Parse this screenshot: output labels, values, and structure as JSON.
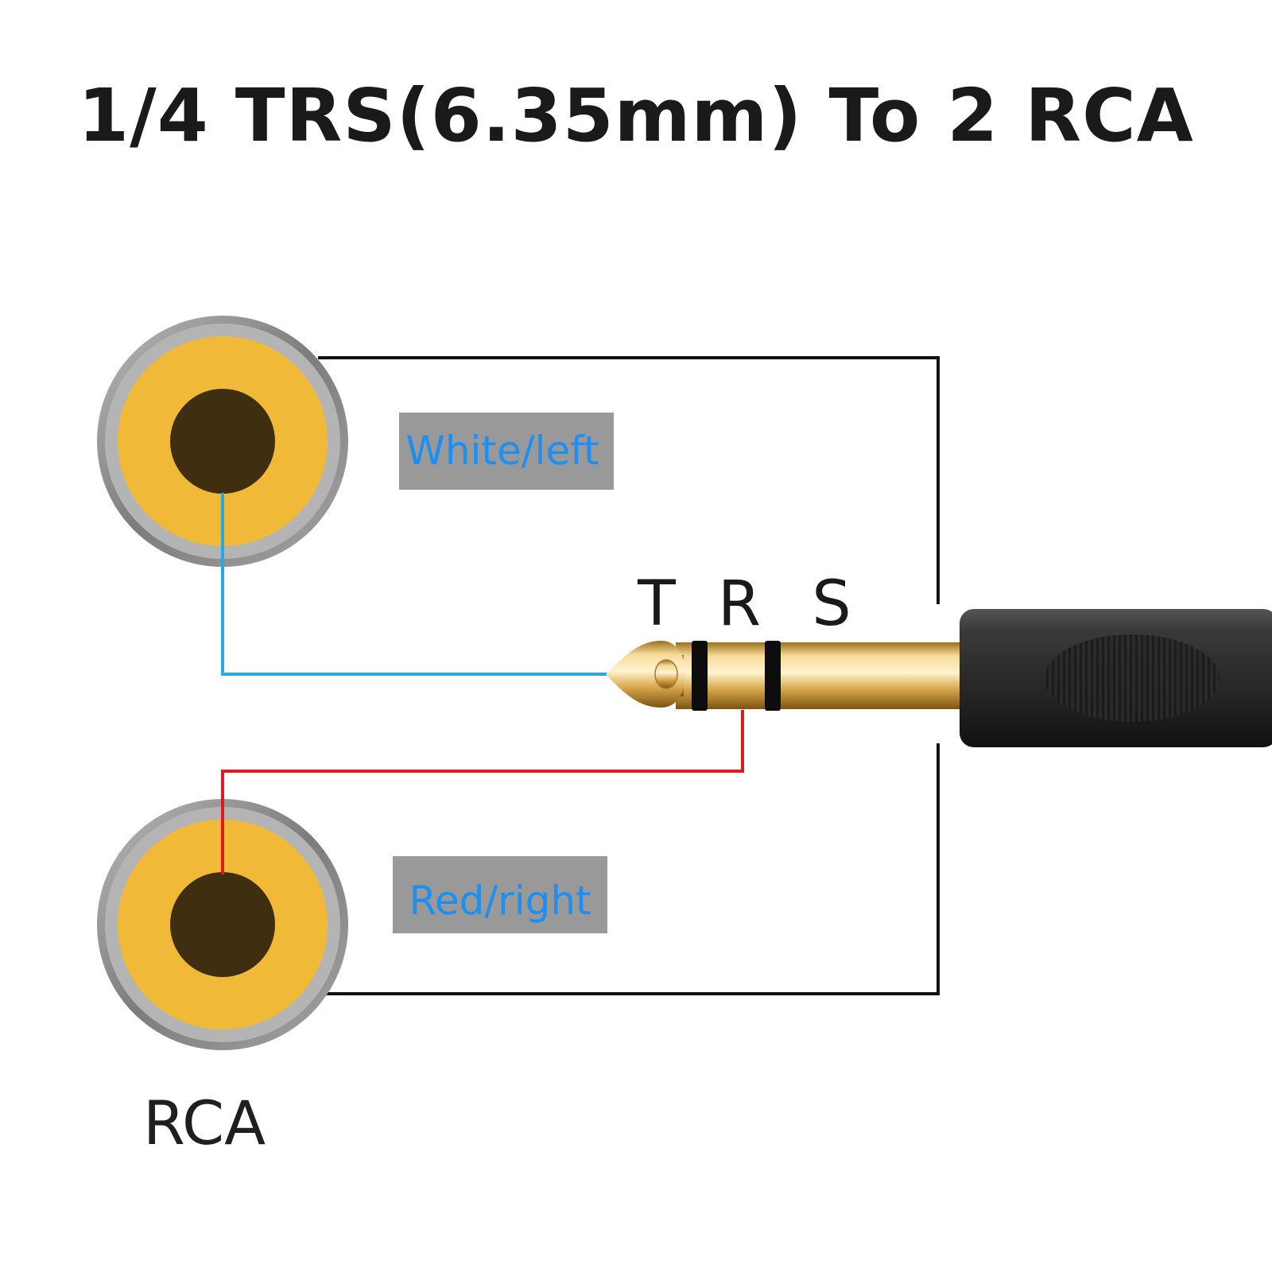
{
  "title": "1/4 TRS(6.35mm) To 2 RCA",
  "labels": {
    "left": "White/left",
    "right": "Red/right"
  },
  "trs_letters": {
    "tip": "T",
    "ring": "R",
    "sleeve": "S"
  },
  "rca_caption": "RCA",
  "colors": {
    "left_wire": "#27A8E6",
    "right_wire": "#E01A22",
    "ground_wire": "#111111",
    "label_bg": "#999999",
    "label_text": "#1E8FF0",
    "rca_gold": "#F0B937",
    "rca_center": "#3F2E10",
    "rca_ring": "#8A8A8A"
  },
  "icons": {
    "rca_connector": "rca-jack-icon",
    "trs_plug": "trs-plug-icon"
  }
}
